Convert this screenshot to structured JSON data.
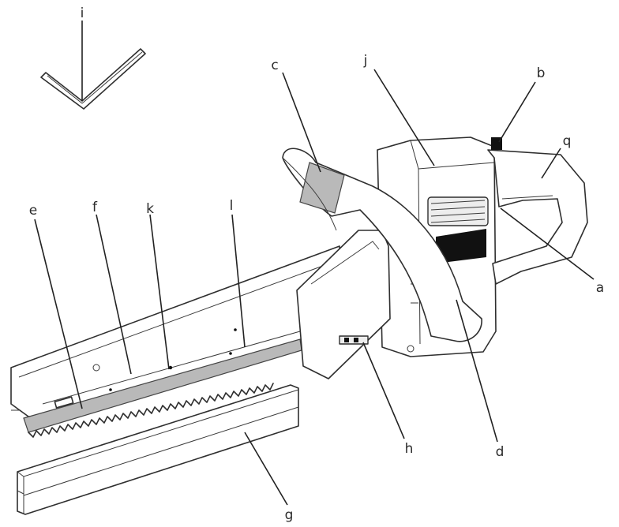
{
  "labels": {
    "a": "a",
    "b": "b",
    "c": "c",
    "d": "d",
    "e": "e",
    "f": "f",
    "g": "g",
    "h": "h",
    "i": "i",
    "j": "j",
    "k": "k",
    "l": "l",
    "q": "q"
  },
  "parts_icons": [
    "hex-key-icon",
    "saw-body-icon",
    "saw-blade-icon",
    "blade-guard-icon",
    "front-handle-icon",
    "rear-handle-icon"
  ]
}
